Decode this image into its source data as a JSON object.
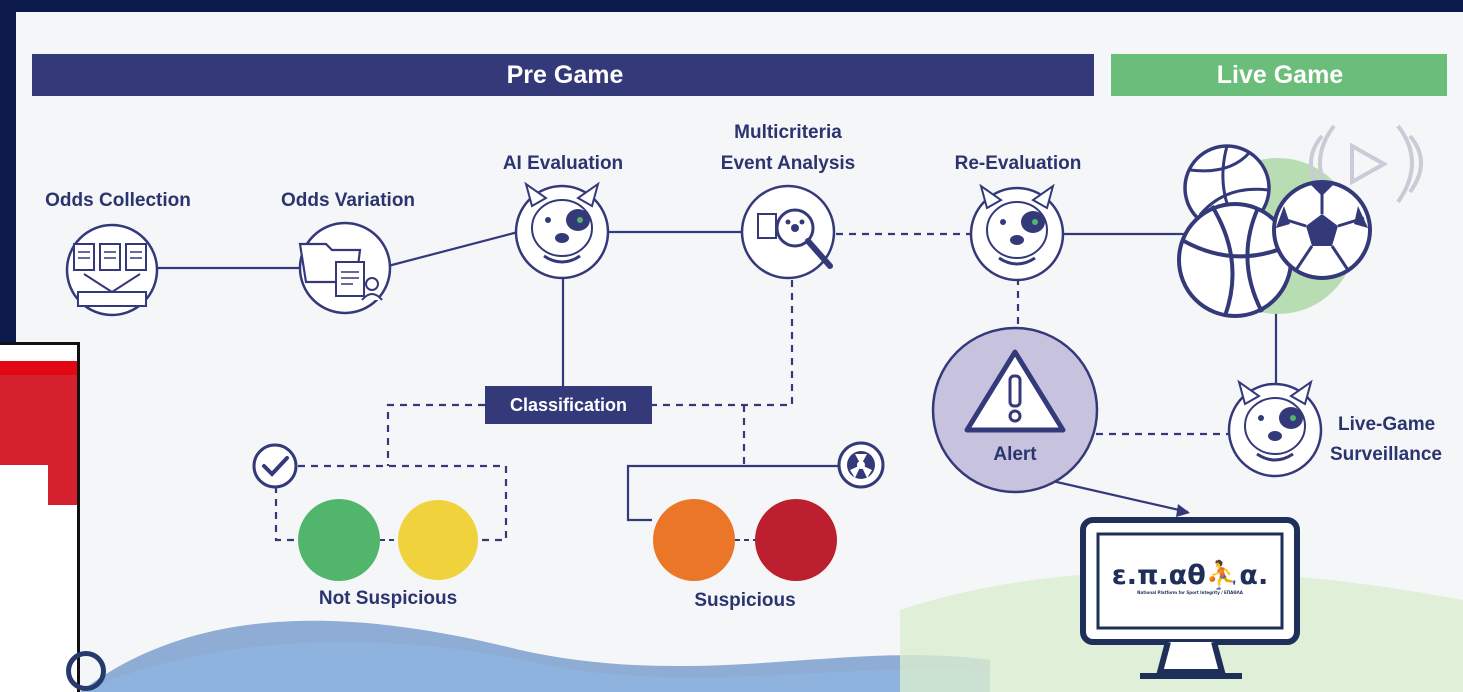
{
  "colors": {
    "navy": "#34397a",
    "green_band": "#6bbd7a",
    "frame": "#0b1a4a",
    "circle_green": "#52b56c",
    "circle_yellow": "#f0d33c",
    "circle_orange": "#ec7628",
    "circle_red": "#bc1f2e",
    "alert_fill": "#c7c3df"
  },
  "bands": {
    "pre_game": "Pre Game",
    "live_game": "Live Game"
  },
  "steps": {
    "odds_collection": "Odds Collection",
    "odds_variation": "Odds Variation",
    "ai_evaluation": "AI Evaluation",
    "multicriteria_line1": "Multicriteria",
    "multicriteria_line2": "Event Analysis",
    "re_evaluation": "Re-Evaluation",
    "classification": "Classification",
    "not_suspicious": "Not Suspicious",
    "suspicious": "Suspicious",
    "alert": "Alert",
    "live_surveillance_line1": "Live-Game",
    "live_surveillance_line2": "Surveillance"
  },
  "logo": {
    "text": "ε.π.αθ",
    "text_end": "α.",
    "subtext": "National Platform for Sport Integrity / ΕΠΑΘΛΑ"
  },
  "icons": [
    "documents-icon",
    "folder-icon",
    "bulldog-icon",
    "magnifier-icon",
    "check-icon",
    "radiation-icon",
    "warning-icon",
    "volleyball-icon",
    "soccer-ball-icon",
    "basketball-icon",
    "broadcast-icon",
    "monitor-icon",
    "gear-icon"
  ]
}
